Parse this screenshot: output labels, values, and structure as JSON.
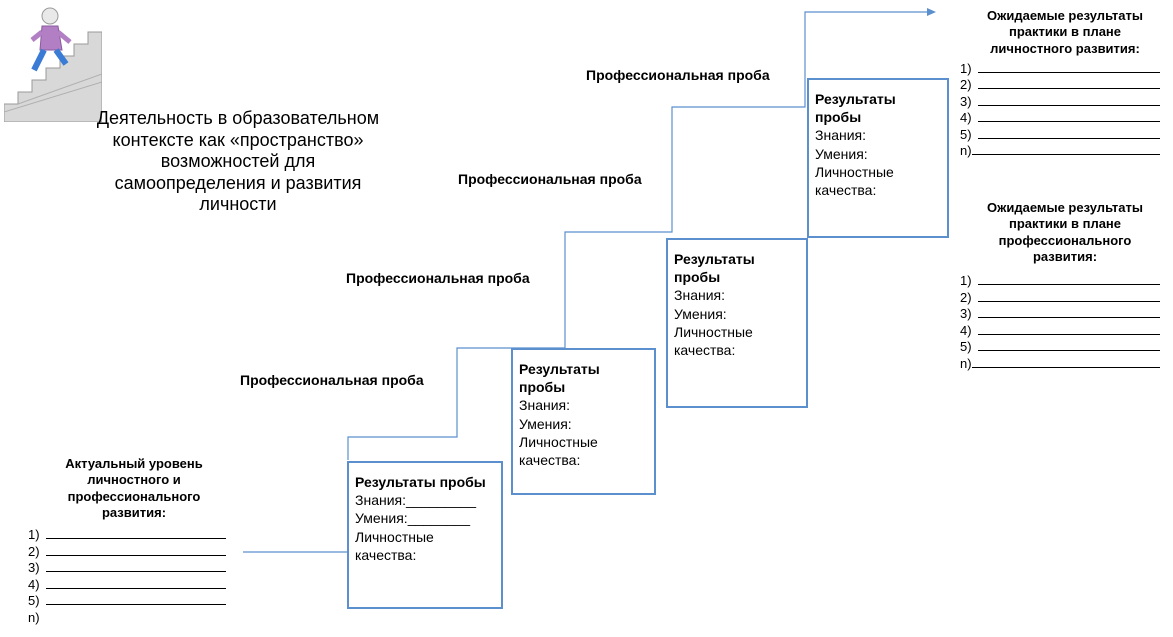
{
  "subtitle": "Деятельность в образовательном контексте как «пространство» возможностей для самоопределения и развития личности",
  "step_labels": [
    "Профессиональная проба",
    "Профессиональная проба",
    "Профессиональная проба",
    "Профессиональная проба"
  ],
  "boxes": [
    {
      "title": "Результаты пробы",
      "lines": [
        "Знания:_________",
        "Умения:________",
        "Личностные качества:"
      ]
    },
    {
      "title": "Результаты пробы",
      "lines": [
        "Знания:",
        "Умения:",
        "Личностные качества:"
      ]
    },
    {
      "title": "Результаты пробы",
      "lines": [
        "Знания:",
        "Умения:",
        "Личностные качества:"
      ]
    },
    {
      "title": "Результаты пробы",
      "lines": [
        "Знания:",
        "Умения:",
        "Личностные качества:"
      ]
    }
  ],
  "current_level": {
    "heading": "Актуальный уровень личностного и профессионального развития:",
    "items": [
      "1)",
      "2)",
      "3)",
      "4)",
      "5)",
      "n)"
    ]
  },
  "expected_personal": {
    "heading": "Ожидаемые результаты практики в плане личностного развития:",
    "items": [
      "1)",
      "2)",
      "3)",
      "4)",
      "5)",
      "n)"
    ]
  },
  "expected_professional": {
    "heading": "Ожидаемые результаты практики в плане профессионального развития:",
    "items": [
      "1)",
      "2)",
      "3)",
      "4)",
      "5)",
      "n)"
    ]
  },
  "colors": {
    "line": "#5b8fce",
    "box_border": "#5b8fce"
  },
  "icons": {
    "illustration": "person-climbing-stairs-icon",
    "arrow": "arrow-right-icon"
  }
}
